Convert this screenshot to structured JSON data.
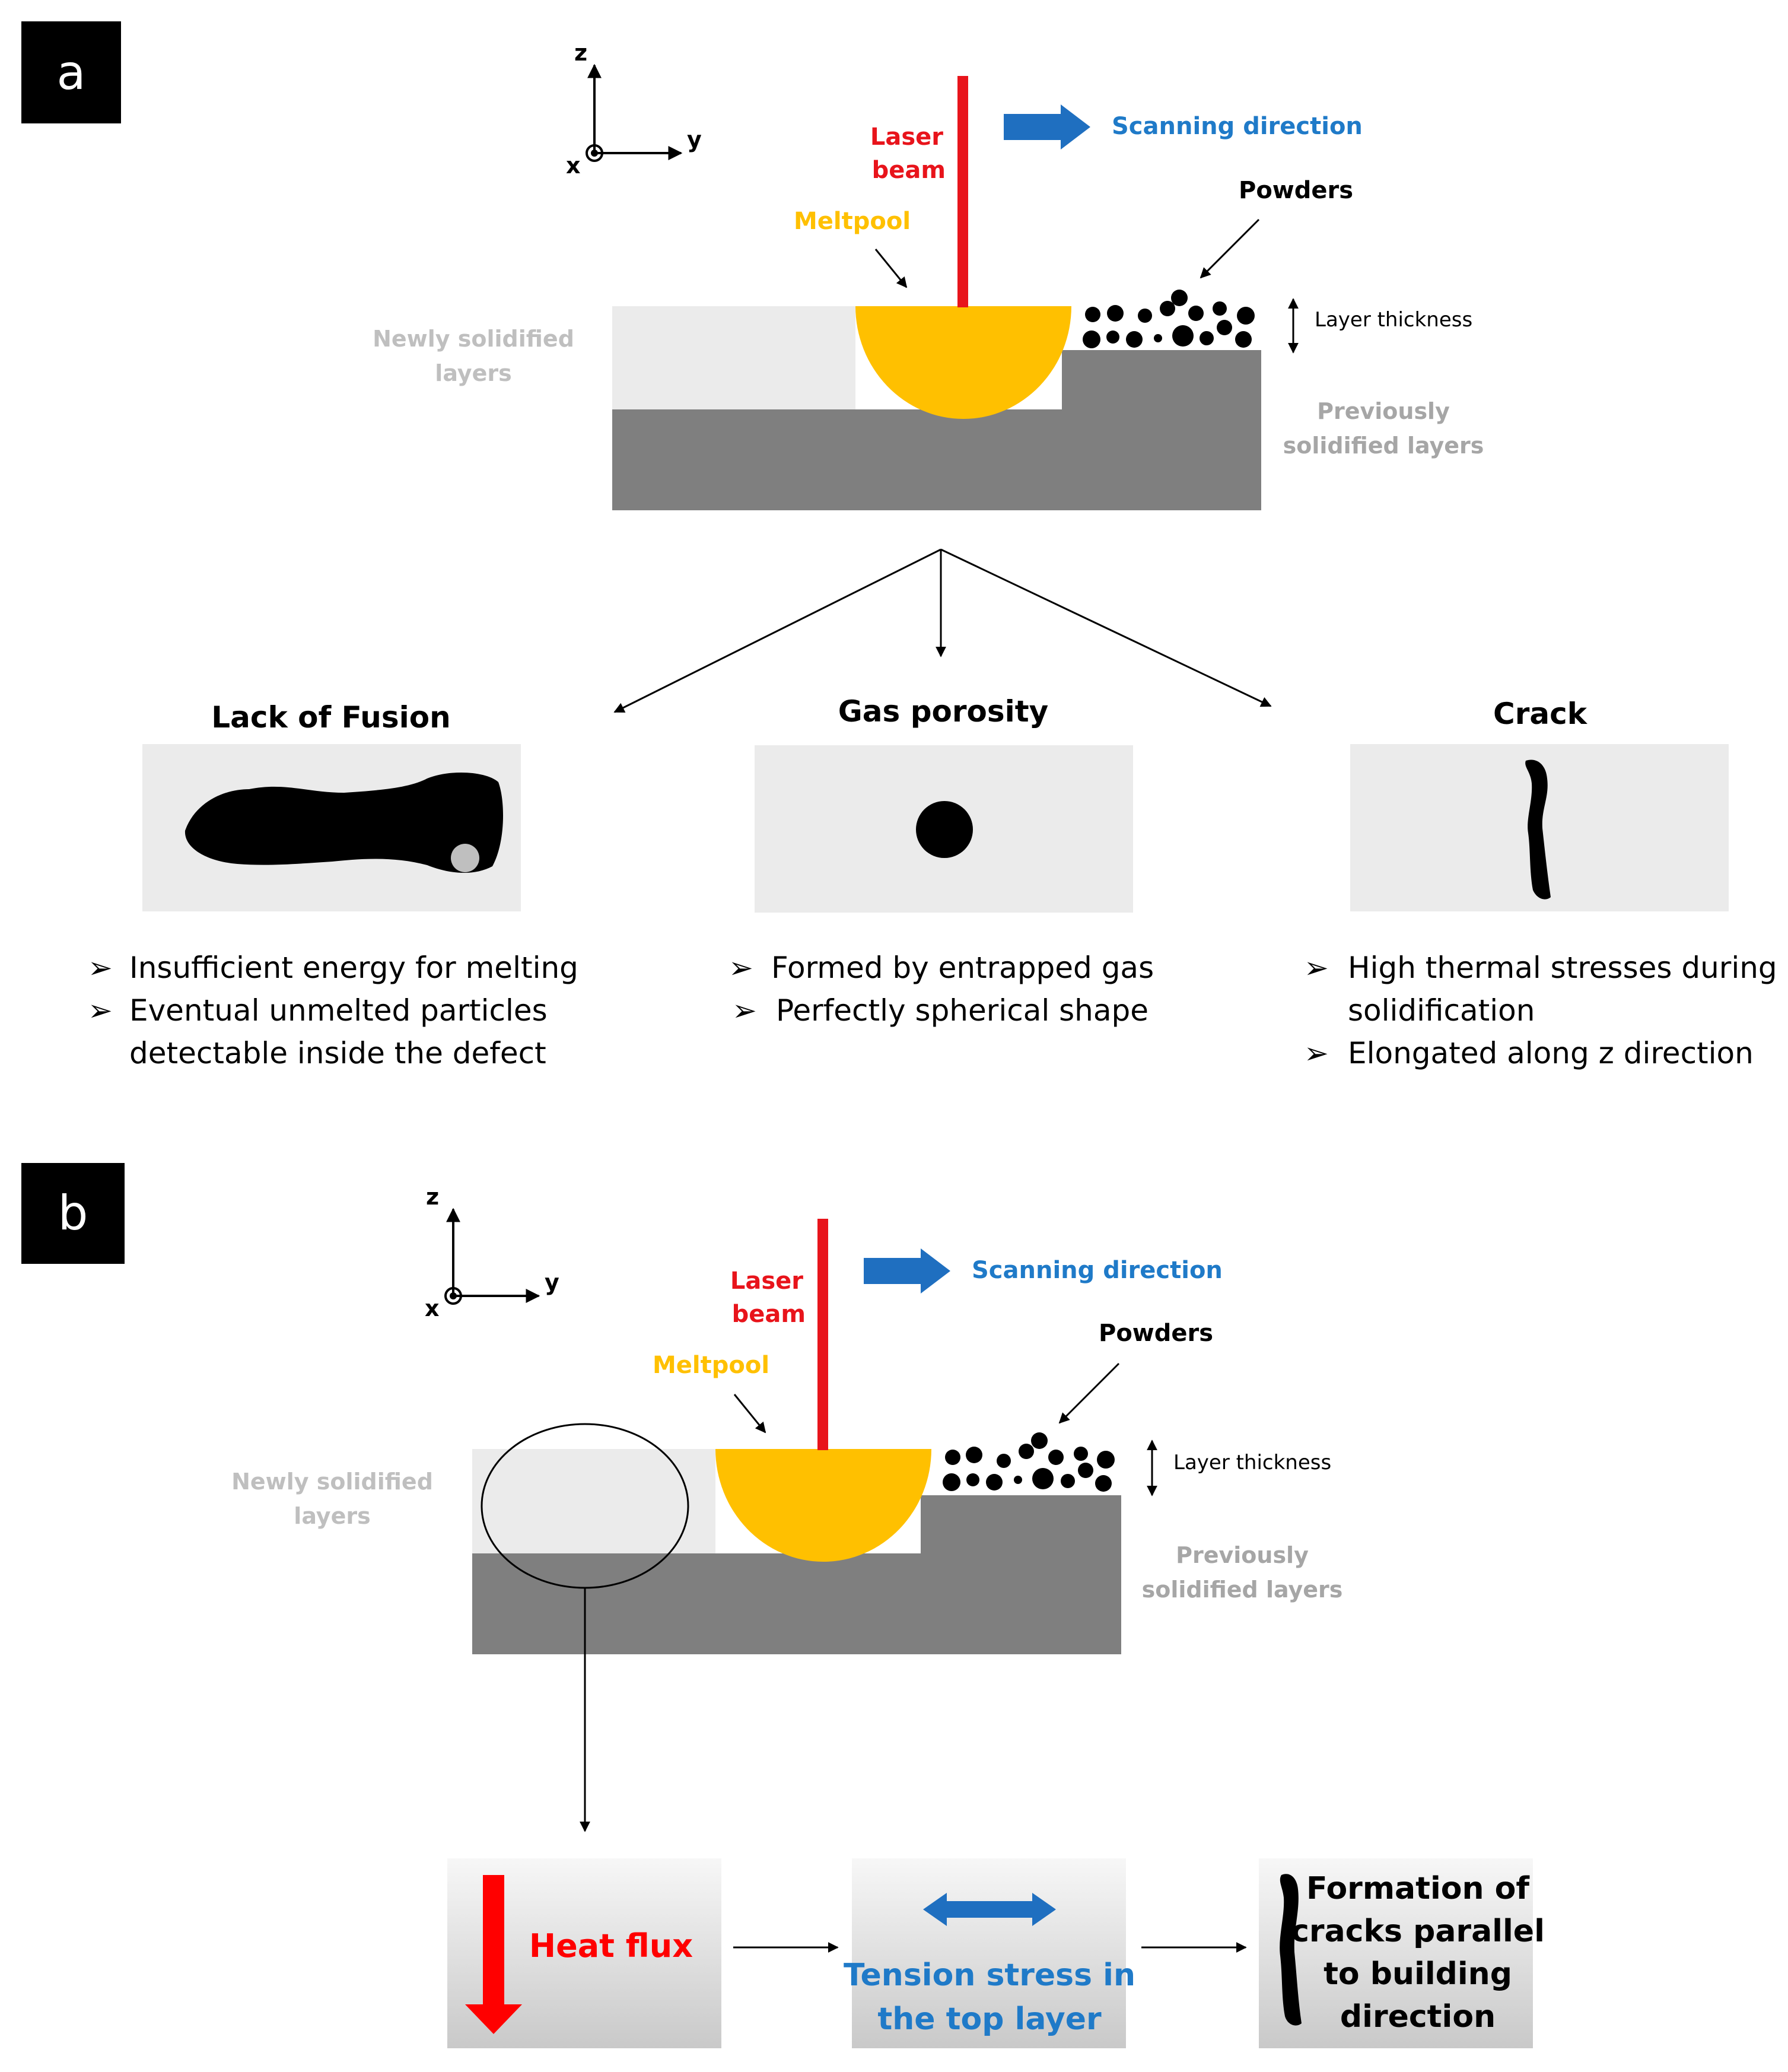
{
  "panel_a": {
    "label": "a",
    "axes": {
      "z": "z",
      "y": "y",
      "x": "x"
    },
    "laser_beam": [
      "Laser",
      "beam"
    ],
    "scanning_direction": "Scanning direction",
    "powders": "Powders",
    "meltpool": "Meltpool",
    "layer_thickness": "Layer thickness",
    "newly_solidified": [
      "Newly solidified",
      "layers"
    ],
    "previously_solidified": [
      "Previously",
      "solidified layers"
    ],
    "defects": [
      {
        "title": "Lack of Fusion",
        "bullets": [
          "Insufficient energy for melting",
          "Eventual unmelted particles",
          "detectable inside the defect"
        ]
      },
      {
        "title": "Gas porosity",
        "bullets": [
          "Formed by entrapped gas",
          "Perfectly spherical shape"
        ]
      },
      {
        "title": "Crack",
        "bullets": [
          "High thermal stresses during",
          "solidification",
          "Elongated along z direction"
        ]
      }
    ]
  },
  "panel_b": {
    "label": "b",
    "axes": {
      "z": "z",
      "y": "y",
      "x": "x"
    },
    "laser_beam": [
      "Laser",
      "beam"
    ],
    "scanning_direction": "Scanning direction",
    "powders": "Powders",
    "meltpool": "Meltpool",
    "layer_thickness": "Layer thickness",
    "newly_solidified": [
      "Newly solidified",
      "layers"
    ],
    "previously_solidified": [
      "Previously",
      "solidified layers"
    ],
    "flow": {
      "heat_flux": "Heat flux",
      "tension": [
        "Tension stress in",
        "the top layer"
      ],
      "formation": [
        "Formation of",
        "cracks parallel",
        "to building",
        "direction"
      ]
    }
  },
  "colors": {
    "laser": "#e8141b",
    "meltpool": "#ffc000",
    "scan_arrow": "#1f6fc0",
    "scan_text": "#1f7ac8",
    "light_layer": "#ebebeb",
    "dark_layer": "#7f7f7f",
    "faded_text": "#bfbfbf",
    "prev_text": "#a6a6a6"
  }
}
